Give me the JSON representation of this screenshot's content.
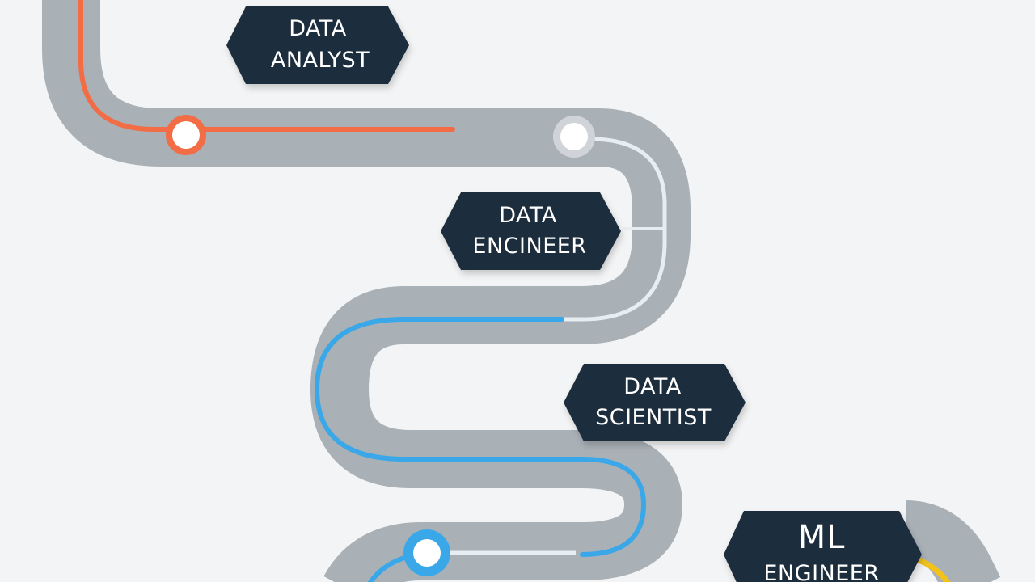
{
  "roles": [
    {
      "line1": "DATA",
      "line2": "ANALYST"
    },
    {
      "line1": "DATA",
      "line2": "ENCINEER"
    },
    {
      "line1": "DATA",
      "line2": "SCIENTIST"
    },
    {
      "line1": "ML",
      "line2": "ENGINEER"
    }
  ],
  "colors": {
    "background": "#f3f4f5",
    "road": "#a9b0b6",
    "badge": "#1f2d3d",
    "orange": "#f26d45",
    "blue": "#3aa8e8",
    "yellow": "#f2c21b",
    "light_track": "#e6eef2"
  },
  "icons": {
    "milestone_nodes": "circle-node"
  }
}
